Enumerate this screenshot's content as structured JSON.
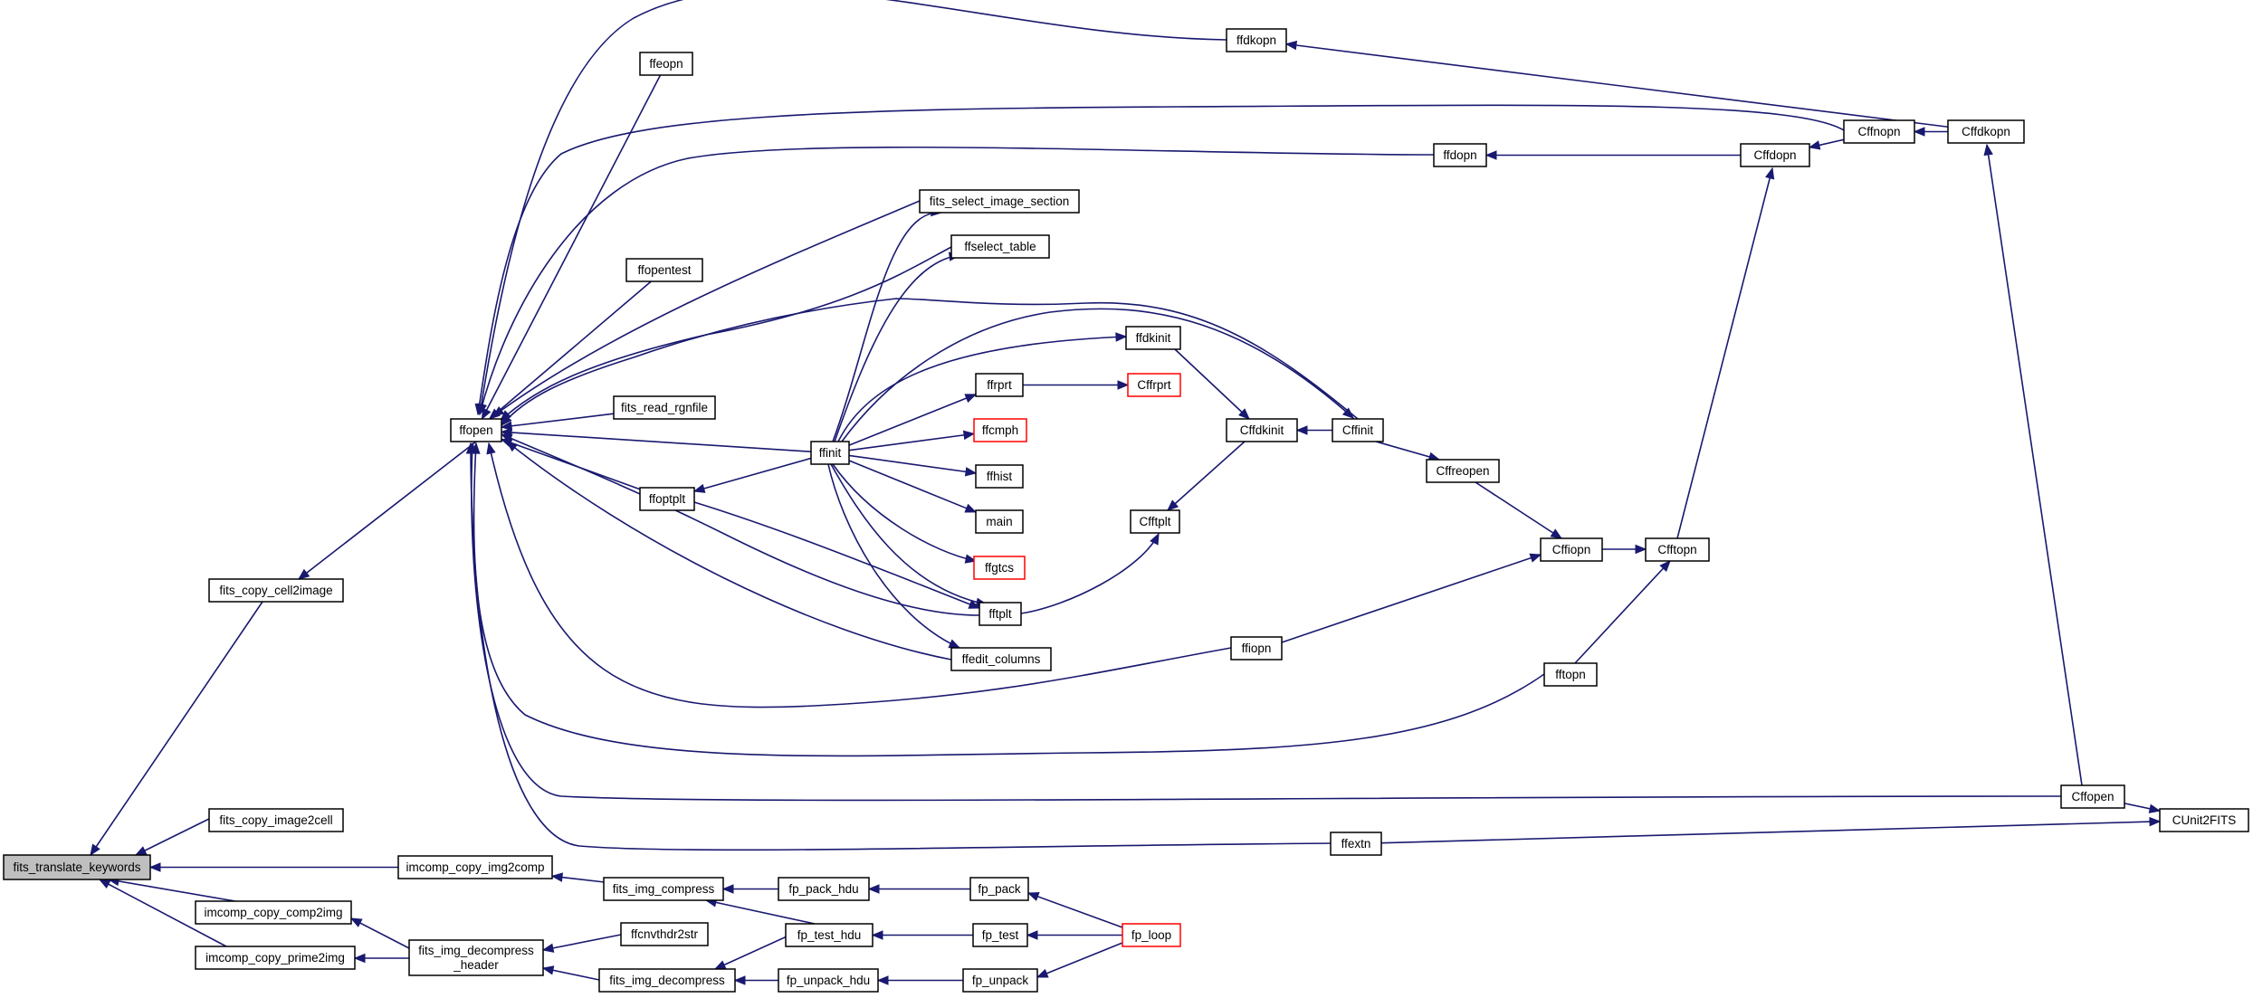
{
  "colors": {
    "edge": "#191970",
    "node_border": "#000000",
    "highlight_border": "#ff0000",
    "root_fill": "#bfbfbf"
  },
  "nodes": [
    {
      "id": "fits_translate_keywords",
      "label": "fits_translate_keywords",
      "root": true
    },
    {
      "id": "fits_copy_cell2image",
      "label": "fits_copy_cell2image"
    },
    {
      "id": "fits_copy_image2cell",
      "label": "fits_copy_image2cell"
    },
    {
      "id": "imcomp_copy_img2comp",
      "label": "imcomp_copy_img2comp"
    },
    {
      "id": "imcomp_copy_comp2img",
      "label": "imcomp_copy_comp2img"
    },
    {
      "id": "imcomp_copy_prime2img",
      "label": "imcomp_copy_prime2img"
    },
    {
      "id": "ffopen",
      "label": "ffopen"
    },
    {
      "id": "ffeopn",
      "label": "ffeopn"
    },
    {
      "id": "ffdkopn",
      "label": "ffdkopn"
    },
    {
      "id": "Cffdkopn",
      "label": "Cffdkopn"
    },
    {
      "id": "Cffnopn",
      "label": "Cffnopn"
    },
    {
      "id": "ffdopn",
      "label": "ffdopn"
    },
    {
      "id": "Cffdopn",
      "label": "Cffdopn"
    },
    {
      "id": "fits_select_image_section",
      "label": "fits_select_image_section"
    },
    {
      "id": "ffselect_table",
      "label": "ffselect_table"
    },
    {
      "id": "ffopentest",
      "label": "ffopentest"
    },
    {
      "id": "ffdkinit",
      "label": "ffdkinit"
    },
    {
      "id": "ffrprt",
      "label": "ffrprt"
    },
    {
      "id": "Cffrprt",
      "label": "Cffrprt",
      "red": true
    },
    {
      "id": "fits_read_rgnfile",
      "label": "fits_read_rgnfile"
    },
    {
      "id": "Cffdkinit",
      "label": "Cffdkinit"
    },
    {
      "id": "Cffinit",
      "label": "Cffinit"
    },
    {
      "id": "ffinit",
      "label": "ffinit"
    },
    {
      "id": "ffcmph",
      "label": "ffcmph",
      "red": true
    },
    {
      "id": "Cffreopen",
      "label": "Cffreopen"
    },
    {
      "id": "ffoptplt",
      "label": "ffoptplt"
    },
    {
      "id": "ffhist",
      "label": "ffhist"
    },
    {
      "id": "main",
      "label": "main"
    },
    {
      "id": "Cfftplt",
      "label": "Cfftplt"
    },
    {
      "id": "Cffiopn",
      "label": "Cffiopn"
    },
    {
      "id": "Cfftopn",
      "label": "Cfftopn"
    },
    {
      "id": "ffgtcs",
      "label": "ffgtcs",
      "red": true
    },
    {
      "id": "fftplt",
      "label": "fftplt"
    },
    {
      "id": "ffiopn",
      "label": "ffiopn"
    },
    {
      "id": "ffedit_columns",
      "label": "ffedit_columns"
    },
    {
      "id": "fftopn",
      "label": "fftopn"
    },
    {
      "id": "Cffopen",
      "label": "Cffopen"
    },
    {
      "id": "CUnit2FITS",
      "label": "CUnit2FITS"
    },
    {
      "id": "ffextn",
      "label": "ffextn"
    },
    {
      "id": "fits_img_compress",
      "label": "fits_img_compress"
    },
    {
      "id": "fp_pack_hdu",
      "label": "fp_pack_hdu"
    },
    {
      "id": "fp_pack",
      "label": "fp_pack"
    },
    {
      "id": "ffcnvthdr2str",
      "label": "ffcnvthdr2str"
    },
    {
      "id": "fp_test_hdu",
      "label": "fp_test_hdu"
    },
    {
      "id": "fp_test",
      "label": "fp_test"
    },
    {
      "id": "fp_loop",
      "label": "fp_loop",
      "red": true
    },
    {
      "id": "fits_img_decompress_header",
      "label": "fits_img_decompress\n_header"
    },
    {
      "id": "fits_img_decompress",
      "label": "fits_img_decompress"
    },
    {
      "id": "fp_unpack_hdu",
      "label": "fp_unpack_hdu"
    },
    {
      "id": "fp_unpack",
      "label": "fp_unpack"
    }
  ],
  "edges": [
    [
      "fits_copy_cell2image",
      "fits_translate_keywords"
    ],
    [
      "fits_copy_image2cell",
      "fits_translate_keywords"
    ],
    [
      "imcomp_copy_img2comp",
      "fits_translate_keywords"
    ],
    [
      "imcomp_copy_comp2img",
      "fits_translate_keywords"
    ],
    [
      "imcomp_copy_prime2img",
      "fits_translate_keywords"
    ],
    [
      "ffopen",
      "fits_copy_cell2image"
    ],
    [
      "ffeopn",
      "ffopen"
    ],
    [
      "ffdkopn",
      "ffopen"
    ],
    [
      "Cffnopn",
      "ffopen"
    ],
    [
      "ffdopn",
      "ffopen"
    ],
    [
      "fits_select_image_section",
      "ffopen"
    ],
    [
      "ffopentest",
      "ffopen"
    ],
    [
      "ffselect_table",
      "ffopen"
    ],
    [
      "Cffinit",
      "ffopen"
    ],
    [
      "fits_read_rgnfile",
      "ffopen"
    ],
    [
      "ffinit",
      "ffopen"
    ],
    [
      "ffoptplt",
      "ffopen"
    ],
    [
      "fftplt",
      "ffopen"
    ],
    [
      "ffedit_columns",
      "ffopen"
    ],
    [
      "ffiopn",
      "ffopen"
    ],
    [
      "fftopn",
      "ffopen"
    ],
    [
      "Cffopen",
      "ffopen"
    ],
    [
      "ffextn",
      "ffopen"
    ],
    [
      "Cffdkopn",
      "ffdkopn"
    ],
    [
      "Cffdkopn",
      "Cffnopn"
    ],
    [
      "Cffnopn",
      "Cffdopn"
    ],
    [
      "Cffdopn",
      "ffdopn"
    ],
    [
      "Cfftopn",
      "Cffdopn"
    ],
    [
      "Cffopen",
      "Cffdkopn"
    ],
    [
      "ffinit",
      "fits_select_image_section"
    ],
    [
      "ffinit",
      "ffselect_table"
    ],
    [
      "ffinit",
      "ffdkinit"
    ],
    [
      "ffinit",
      "Cffinit"
    ],
    [
      "ffinit",
      "ffrprt"
    ],
    [
      "ffinit",
      "ffcmph"
    ],
    [
      "ffinit",
      "ffhist"
    ],
    [
      "ffinit",
      "main"
    ],
    [
      "ffinit",
      "ffgtcs"
    ],
    [
      "ffinit",
      "fftplt"
    ],
    [
      "ffinit",
      "ffedit_columns"
    ],
    [
      "ffinit",
      "ffoptplt"
    ],
    [
      "ffoptplt",
      "fftplt"
    ],
    [
      "ffrprt",
      "Cffrprt"
    ],
    [
      "ffdkinit",
      "Cffdkinit"
    ],
    [
      "Cffinit",
      "Cffdkinit"
    ],
    [
      "Cffdkinit",
      "Cfftplt"
    ],
    [
      "Cffinit",
      "Cffreopen"
    ],
    [
      "Cffreopen",
      "Cffiopn"
    ],
    [
      "Cffiopn",
      "Cfftopn"
    ],
    [
      "fftplt",
      "Cfftplt"
    ],
    [
      "ffiopn",
      "Cffiopn"
    ],
    [
      "fftopn",
      "Cfftopn"
    ],
    [
      "Cffopen",
      "CUnit2FITS"
    ],
    [
      "ffextn",
      "CUnit2FITS"
    ],
    [
      "fits_img_compress",
      "imcomp_copy_img2comp"
    ],
    [
      "fits_img_decompress_header",
      "imcomp_copy_comp2img"
    ],
    [
      "fits_img_decompress_header",
      "imcomp_copy_prime2img"
    ],
    [
      "ffcnvthdr2str",
      "fits_img_decompress_header"
    ],
    [
      "fits_img_decompress",
      "fits_img_decompress_header"
    ],
    [
      "fp_pack_hdu",
      "fits_img_compress"
    ],
    [
      "fp_test_hdu",
      "fits_img_compress"
    ],
    [
      "fp_test_hdu",
      "fits_img_decompress"
    ],
    [
      "fp_unpack_hdu",
      "fits_img_decompress"
    ],
    [
      "fp_pack",
      "fp_pack_hdu"
    ],
    [
      "fp_test",
      "fp_test_hdu"
    ],
    [
      "fp_unpack",
      "fp_unpack_hdu"
    ],
    [
      "fp_loop",
      "fp_pack"
    ],
    [
      "fp_loop",
      "fp_test"
    ],
    [
      "fp_loop",
      "fp_unpack"
    ]
  ]
}
